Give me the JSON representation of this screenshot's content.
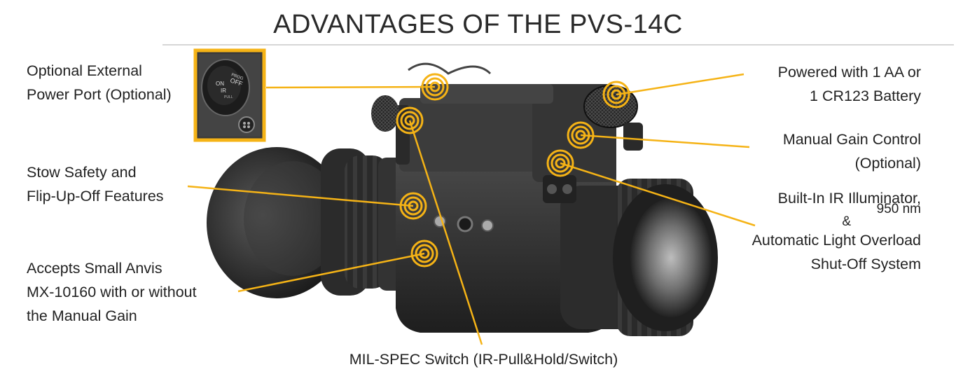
{
  "title": "ADVANTAGES OF THE PVS-14C",
  "colors": {
    "accent": "#f5b316",
    "text": "#222222",
    "rule": "#d6d6d6"
  },
  "inset": {
    "name": "external-power-port-closeup",
    "switch_labels": [
      "PROG",
      "OFF",
      "ON",
      "IR",
      "PULL"
    ]
  },
  "features": {
    "power_port": {
      "line1": "Optional External",
      "line2": "Power Port (Optional)"
    },
    "stow_safety": {
      "line1": "Stow Safety and",
      "line2": "Flip-Up-Off Features"
    },
    "anvis": {
      "line1": "Accepts Small Anvis",
      "line2": "MX-10160 with or without",
      "line3": "the Manual Gain"
    },
    "battery": {
      "line1": "Powered with 1 AA or",
      "line2": "1 CR123 Battery"
    },
    "gain": {
      "line1": "Manual Gain Control",
      "line2": "(Optional)"
    },
    "ir": {
      "line1": "Built-In IR Illuminator,",
      "line2": "950 nm",
      "line3": "&",
      "line4": "Automatic Light Overload",
      "line5": "Shut-Off System"
    },
    "switch": {
      "line1": "MIL-SPEC Switch (IR-Pull&Hold/Switch)"
    }
  }
}
